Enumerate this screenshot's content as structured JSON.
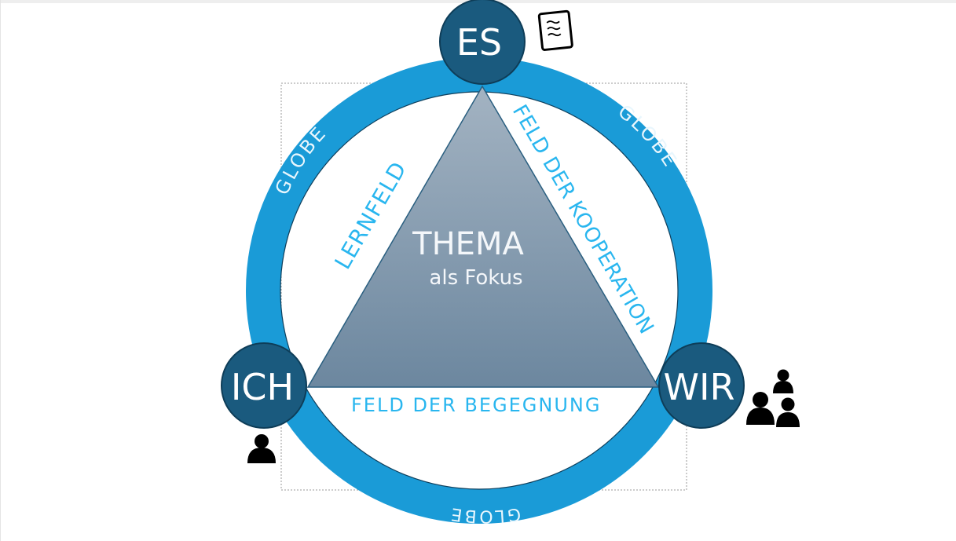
{
  "diagram": {
    "nodes": {
      "es": "ES",
      "ich": "ICH",
      "wir": "WIR"
    },
    "center": {
      "line1": "THEMA",
      "line2": "als Fokus"
    },
    "edges": {
      "left": "LERNFELD",
      "right": "FELD DER KOOPERATION",
      "bottom": "FELD DER BEGEGNUNG"
    },
    "ring": {
      "top_left": "GLOBE",
      "top_right": "GLOBE",
      "bottom": "GLOBE"
    },
    "colors": {
      "ring": "#1a9bd7",
      "node": "#1a5a7e",
      "triangle_top": "#9aabbb",
      "triangle_bottom": "#6f8aa2",
      "edge_text": "#29b6ef",
      "icon": "#000000"
    },
    "icons": {
      "es": "document-icon",
      "ich": "person-icon",
      "wir": "group-icon"
    }
  }
}
